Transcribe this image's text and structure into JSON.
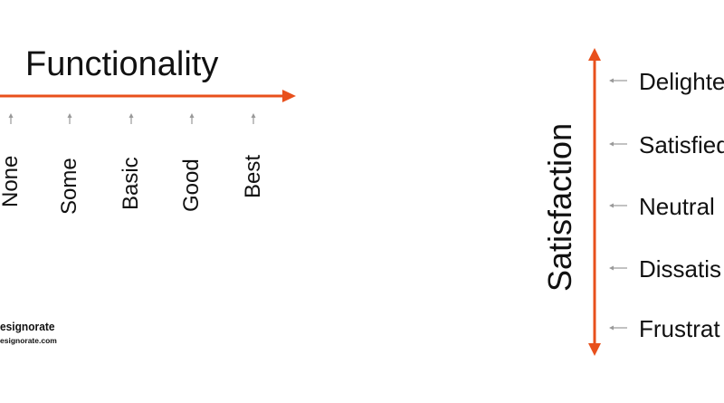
{
  "colors": {
    "accent_orange": "#e8501c",
    "small_arrow_gray": "#999999",
    "text": "#111111"
  },
  "functionality_axis": {
    "title": "Functionality",
    "levels": [
      "None",
      "Some",
      "Basic",
      "Good",
      "Best"
    ]
  },
  "satisfaction_axis": {
    "title": "Satisfaction",
    "levels": [
      "Delighte",
      "Satisfied",
      "Neutral",
      "Dissatis",
      "Frustrat"
    ]
  },
  "logo": {
    "name": "esignorate",
    "url": "esignorate.com"
  }
}
